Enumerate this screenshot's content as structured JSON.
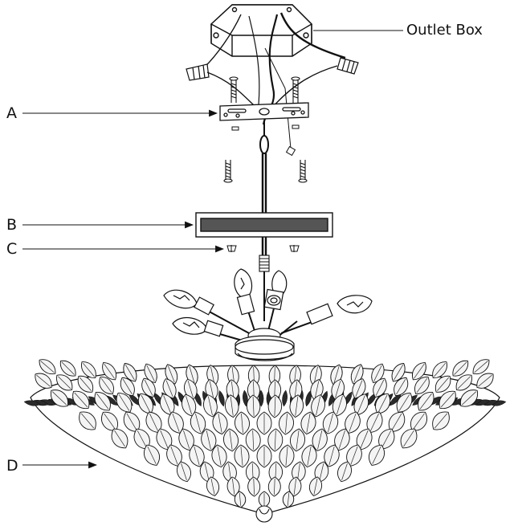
{
  "labels": {
    "outlet_box": "Outlet Box",
    "a": "A",
    "b": "B",
    "c": "C",
    "d": "D"
  },
  "parts": {
    "outlet_box": "outlet-box",
    "a": "crossbar-mounting-strap",
    "b": "canopy",
    "c": "canopy-nuts",
    "d": "leaf-bowl-shade"
  },
  "colors": {
    "line": "#111111",
    "canopy_band": "#555555",
    "fill": "#ffffff",
    "leaf_fill": "#f4f4f4",
    "leaf_shadow": "#2a2a2a"
  }
}
